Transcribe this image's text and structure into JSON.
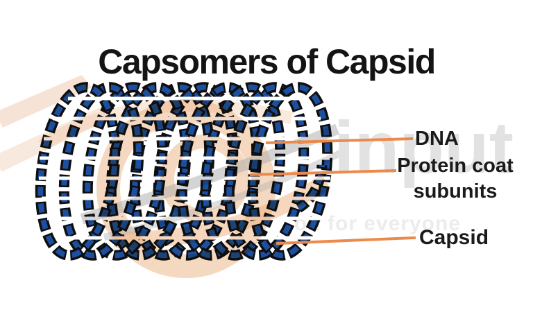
{
  "title": "Capsomers of Capsid",
  "labels": {
    "dna": "DNA",
    "protein_line1": "Protein coat",
    "protein_line2": "subunits",
    "capsid": "Capsid"
  },
  "watermark": {
    "brand": "input",
    "tagline": "on for everyone"
  },
  "colors": {
    "capsomer_blue": "#1C4FA0",
    "outline_black": "#0F0F0F",
    "leader_orange": "#EC8A4C",
    "label_text": "#1A1A1A",
    "watermark_gray": "#E2E2E2",
    "background": "#FFFFFF"
  }
}
